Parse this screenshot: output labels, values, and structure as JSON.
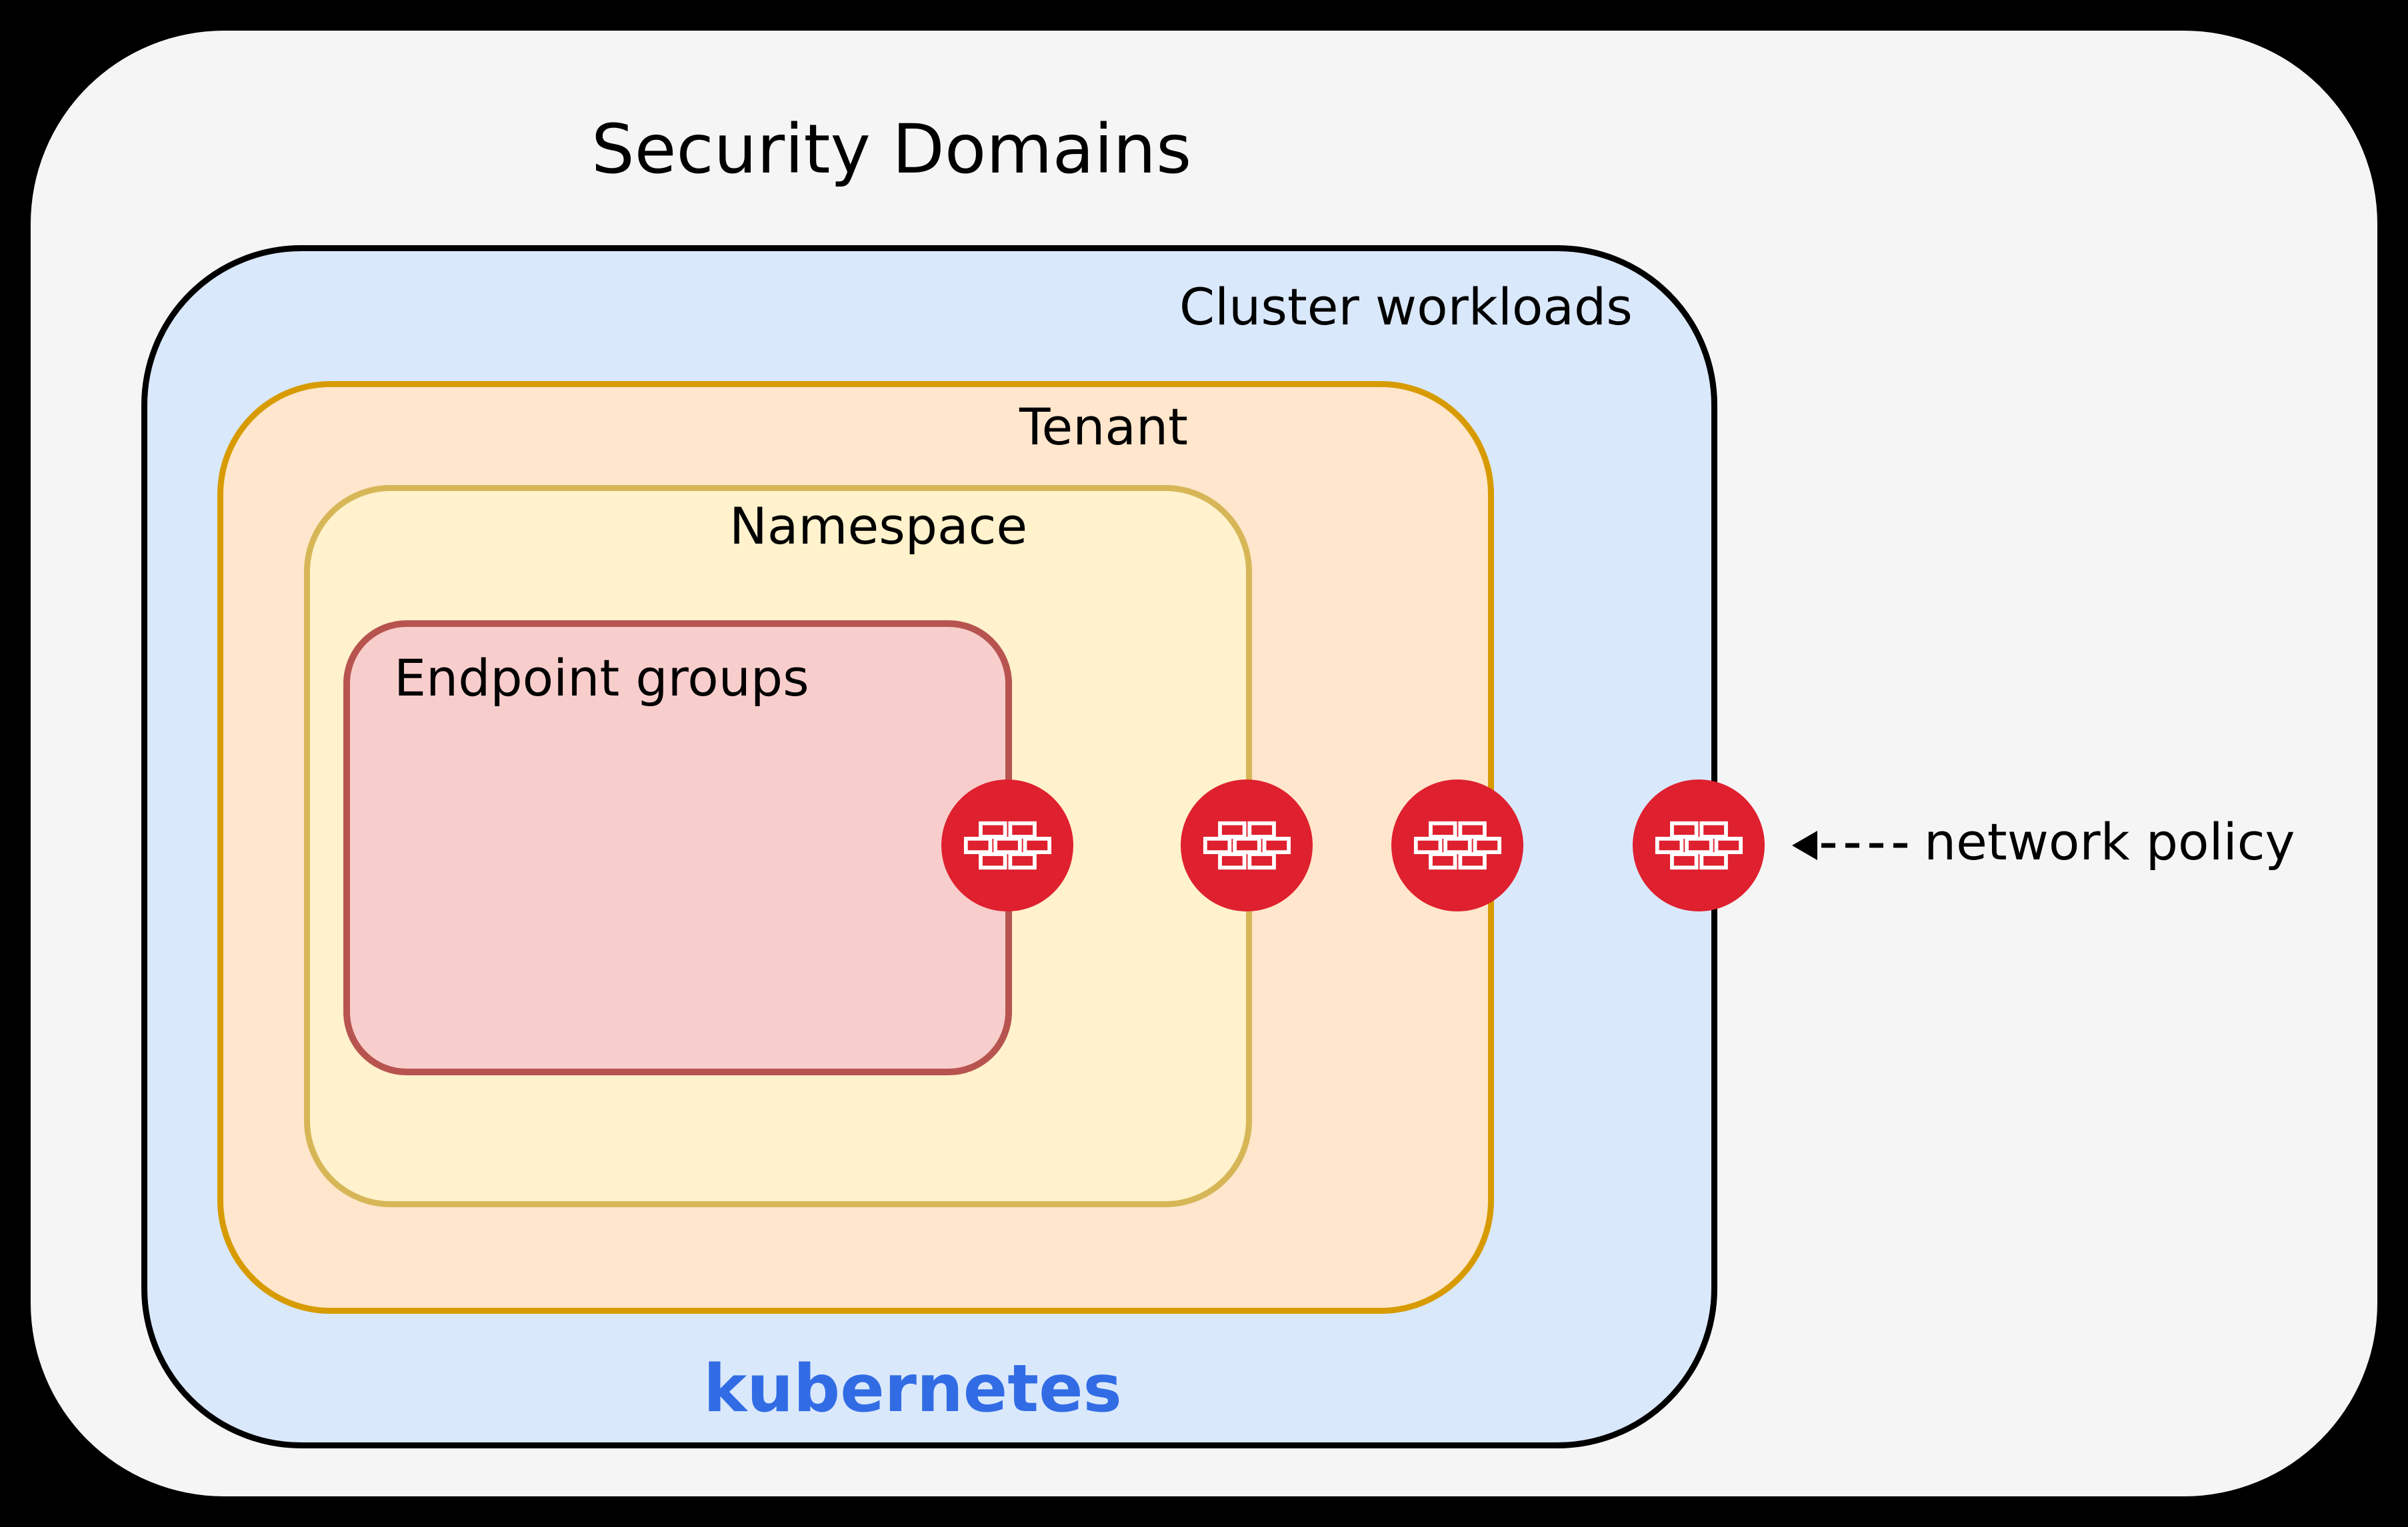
{
  "title": "Security Domains",
  "domains": {
    "cluster": {
      "label": "Cluster workloads",
      "brand": "kubernetes",
      "fill": "#DAE8FC",
      "border": "#000000"
    },
    "tenant": {
      "label": "Tenant",
      "fill": "#FFE6CC",
      "border": "#D79B00"
    },
    "namespace": {
      "label": "Namespace",
      "fill": "#FFF2CC",
      "border": "#D6B656"
    },
    "endpoint_groups": {
      "label": "Endpoint groups",
      "fill": "#F8CECC",
      "border": "#B85450"
    }
  },
  "annotation": {
    "label": "network policy"
  },
  "firewall_badges": {
    "icon": "firewall-brick-wall-icon",
    "count": 4,
    "color": "#DF202E",
    "boundaries": [
      "endpoint-groups-boundary",
      "namespace-boundary",
      "tenant-boundary",
      "cluster-boundary"
    ]
  },
  "colors": {
    "page_background": "#000000",
    "outer_background": "#F5F5F5",
    "kubernetes_blue": "#326CE5"
  }
}
